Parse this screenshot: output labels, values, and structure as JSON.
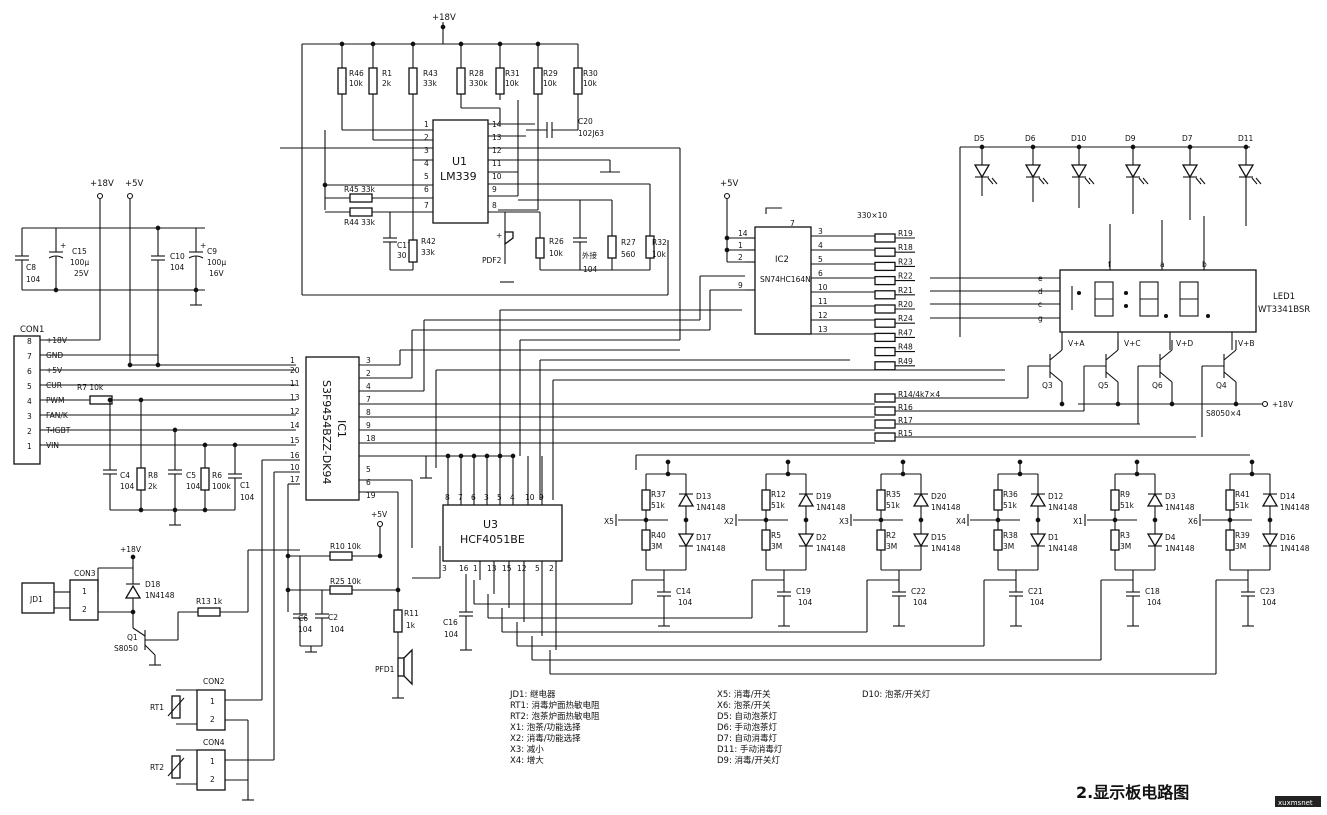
{
  "title": "2.显示板电路图",
  "watermark": "xuxmsnet",
  "rails": {
    "p18": "+18V",
    "p5": "+5V"
  },
  "ics": {
    "u1": {
      "ref": "U1",
      "part": "LM339"
    },
    "ic1": {
      "ref": "IC1",
      "part": "S3F9454BZZ-DK94"
    },
    "ic2": {
      "ref": "IC2",
      "part": "SN74HC164N"
    },
    "u3": {
      "ref": "U3",
      "part": "HCF4051BE"
    },
    "led1": {
      "ref": "LED1",
      "part": "WT3341BSR"
    }
  },
  "connector": {
    "ref": "CON1",
    "pins": [
      {
        "num": "8",
        "name": "+18V"
      },
      {
        "num": "7",
        "name": "GND"
      },
      {
        "num": "6",
        "name": "+5V"
      },
      {
        "num": "5",
        "name": "CUR"
      },
      {
        "num": "4",
        "name": "PWM"
      },
      {
        "num": "3",
        "name": "FAN/K"
      },
      {
        "num": "2",
        "name": "T-IGBT"
      },
      {
        "num": "1",
        "name": "VIN"
      }
    ]
  },
  "top_resistors": [
    {
      "ref": "R46",
      "val": "10k"
    },
    {
      "ref": "R1",
      "val": "2k"
    },
    {
      "ref": "R43",
      "val": "33k"
    },
    {
      "ref": "R28",
      "val": "330k"
    },
    {
      "ref": "R31",
      "val": "10k"
    },
    {
      "ref": "R29",
      "val": "10k"
    },
    {
      "ref": "R30",
      "val": "10k"
    }
  ],
  "u1_parts": {
    "c20": "C20",
    "c20v": "102J63",
    "r45": "R45 33k",
    "r44": "R44 33k",
    "c17": "C17",
    "c17v": "30",
    "r42": "R42",
    "r42v": "33k",
    "pdf2": "PDF2",
    "r26": "R26",
    "r26v": "10k",
    "ext": "外接",
    "extv": "104",
    "r27": "R27",
    "r27v": "560",
    "r32": "R32",
    "r32v": "10k"
  },
  "supply_caps": {
    "c15": "C15",
    "c15v": "100μ",
    "c15v2": "25V",
    "c8": "C8",
    "c8v": "104",
    "c10": "C10",
    "c10v": "104",
    "c9": "C9",
    "c9v": "100μ",
    "c9v2": "16V"
  },
  "ic1_left_pins": [
    "1",
    "20",
    "11",
    "13",
    "12",
    "14",
    "15",
    "16",
    "10",
    "17"
  ],
  "ic1_right_pins": [
    "3",
    "2",
    "4",
    "7",
    "8",
    "9",
    "18",
    "5",
    "6",
    "19"
  ],
  "con1_parts": {
    "r7": "R7 10k",
    "c4": "C4",
    "c4v": "104",
    "r8": "R8",
    "r8v": "2k",
    "c5": "C5",
    "c5v": "104",
    "r6": "R6",
    "r6v": "100k",
    "c1": "C1",
    "c1v": "104"
  },
  "relay": {
    "jd1": "JD1",
    "con3": "CON3",
    "d18": "D18",
    "d18v": "1N4148",
    "r13": "R13 1k",
    "q1": "Q1",
    "q1v": "S8050",
    "con2": "CON2",
    "con4": "CON4",
    "rt1": "RT1",
    "rt2": "RT2"
  },
  "mid_parts": {
    "r10": "R10 10k",
    "r25": "R25 10k",
    "c6": "C6",
    "c6v": "104",
    "c2": "C2",
    "c2v": "104",
    "r11": "R11",
    "r11v": "1k",
    "pfd1": "PFD1",
    "c16": "C16",
    "c16v": "104"
  },
  "u3_pins_top": [
    "8",
    "7",
    "6",
    "3",
    "5",
    "4",
    "10",
    "9"
  ],
  "u3_pins_bottom": [
    "3",
    "16",
    "1",
    "13",
    "15",
    "12",
    "5",
    "2"
  ],
  "ic2_pins_left": [
    "14",
    "1",
    "2",
    "9"
  ],
  "ic2_pins_right": [
    "3",
    "4",
    "5",
    "6",
    "10",
    "11",
    "12",
    "13"
  ],
  "seg_array": {
    "label": "330×10",
    "refs": [
      "R19",
      "R18",
      "R23",
      "R22",
      "R21",
      "R20",
      "R24",
      "R47",
      "R48",
      "R49"
    ]
  },
  "leds": [
    "D5",
    "D6",
    "D10",
    "D9",
    "D7",
    "D11"
  ],
  "digit_segments": [
    "e",
    "d",
    "c",
    "g",
    "f",
    "a",
    "b"
  ],
  "digit_supplies": [
    "V+A",
    "V+C",
    "V+D",
    "V+B"
  ],
  "transistors": {
    "refs": [
      "Q3",
      "Q5",
      "Q6",
      "Q4"
    ],
    "model": "S8050×4",
    "rail": "+18V"
  },
  "base_resistors": [
    "R14/4k7×4",
    "R16",
    "R17",
    "R15"
  ],
  "key_cells": [
    {
      "x": "X5",
      "ra": "R37",
      "rav": "51k",
      "rb": "R40",
      "rbv": "3M",
      "da": "D13",
      "db": "D17",
      "c": "C14",
      "cv": "104"
    },
    {
      "x": "X2",
      "ra": "R12",
      "rav": "51k",
      "rb": "R5",
      "rbv": "3M",
      "da": "D19",
      "db": "D2",
      "c": "C19",
      "cv": "104"
    },
    {
      "x": "X3",
      "ra": "R35",
      "rav": "51k",
      "rb": "R2",
      "rbv": "3M",
      "da": "D20",
      "db": "D15",
      "c": "C22",
      "cv": "104"
    },
    {
      "x": "X4",
      "ra": "R36",
      "rav": "51k",
      "rb": "R38",
      "rbv": "3M",
      "da": "D12",
      "db": "D1",
      "c": "C21",
      "cv": "104"
    },
    {
      "x": "X1",
      "ra": "R9",
      "rav": "51k",
      "rb": "R3",
      "rbv": "3M",
      "da": "D3",
      "db": "D4",
      "c": "C18",
      "cv": "104"
    },
    {
      "x": "X6",
      "ra": "R41",
      "rav": "51k",
      "rb": "R39",
      "rbv": "3M",
      "da": "D14",
      "db": "D16",
      "c": "C23",
      "cv": "104"
    }
  ],
  "diode_type": "1N4148",
  "legend_col1": [
    "JD1: 继电器",
    "RT1: 消毒炉面热敏电阻",
    "RT2: 泡茶炉面热敏电阻",
    "X1: 泡茶/功能选择",
    "X2: 消毒/功能选择",
    "X3: 减小",
    "X4: 增大"
  ],
  "legend_col2": [
    "X5: 消毒/开关",
    "X6: 泡茶/开关",
    "D5: 自动泡茶灯",
    "D6: 手动泡茶灯",
    "D7: 自动消毒灯",
    "D11: 手动消毒灯",
    "D9: 消毒/开关灯"
  ],
  "legend_col3": [
    "D10: 泡茶/开关灯"
  ]
}
